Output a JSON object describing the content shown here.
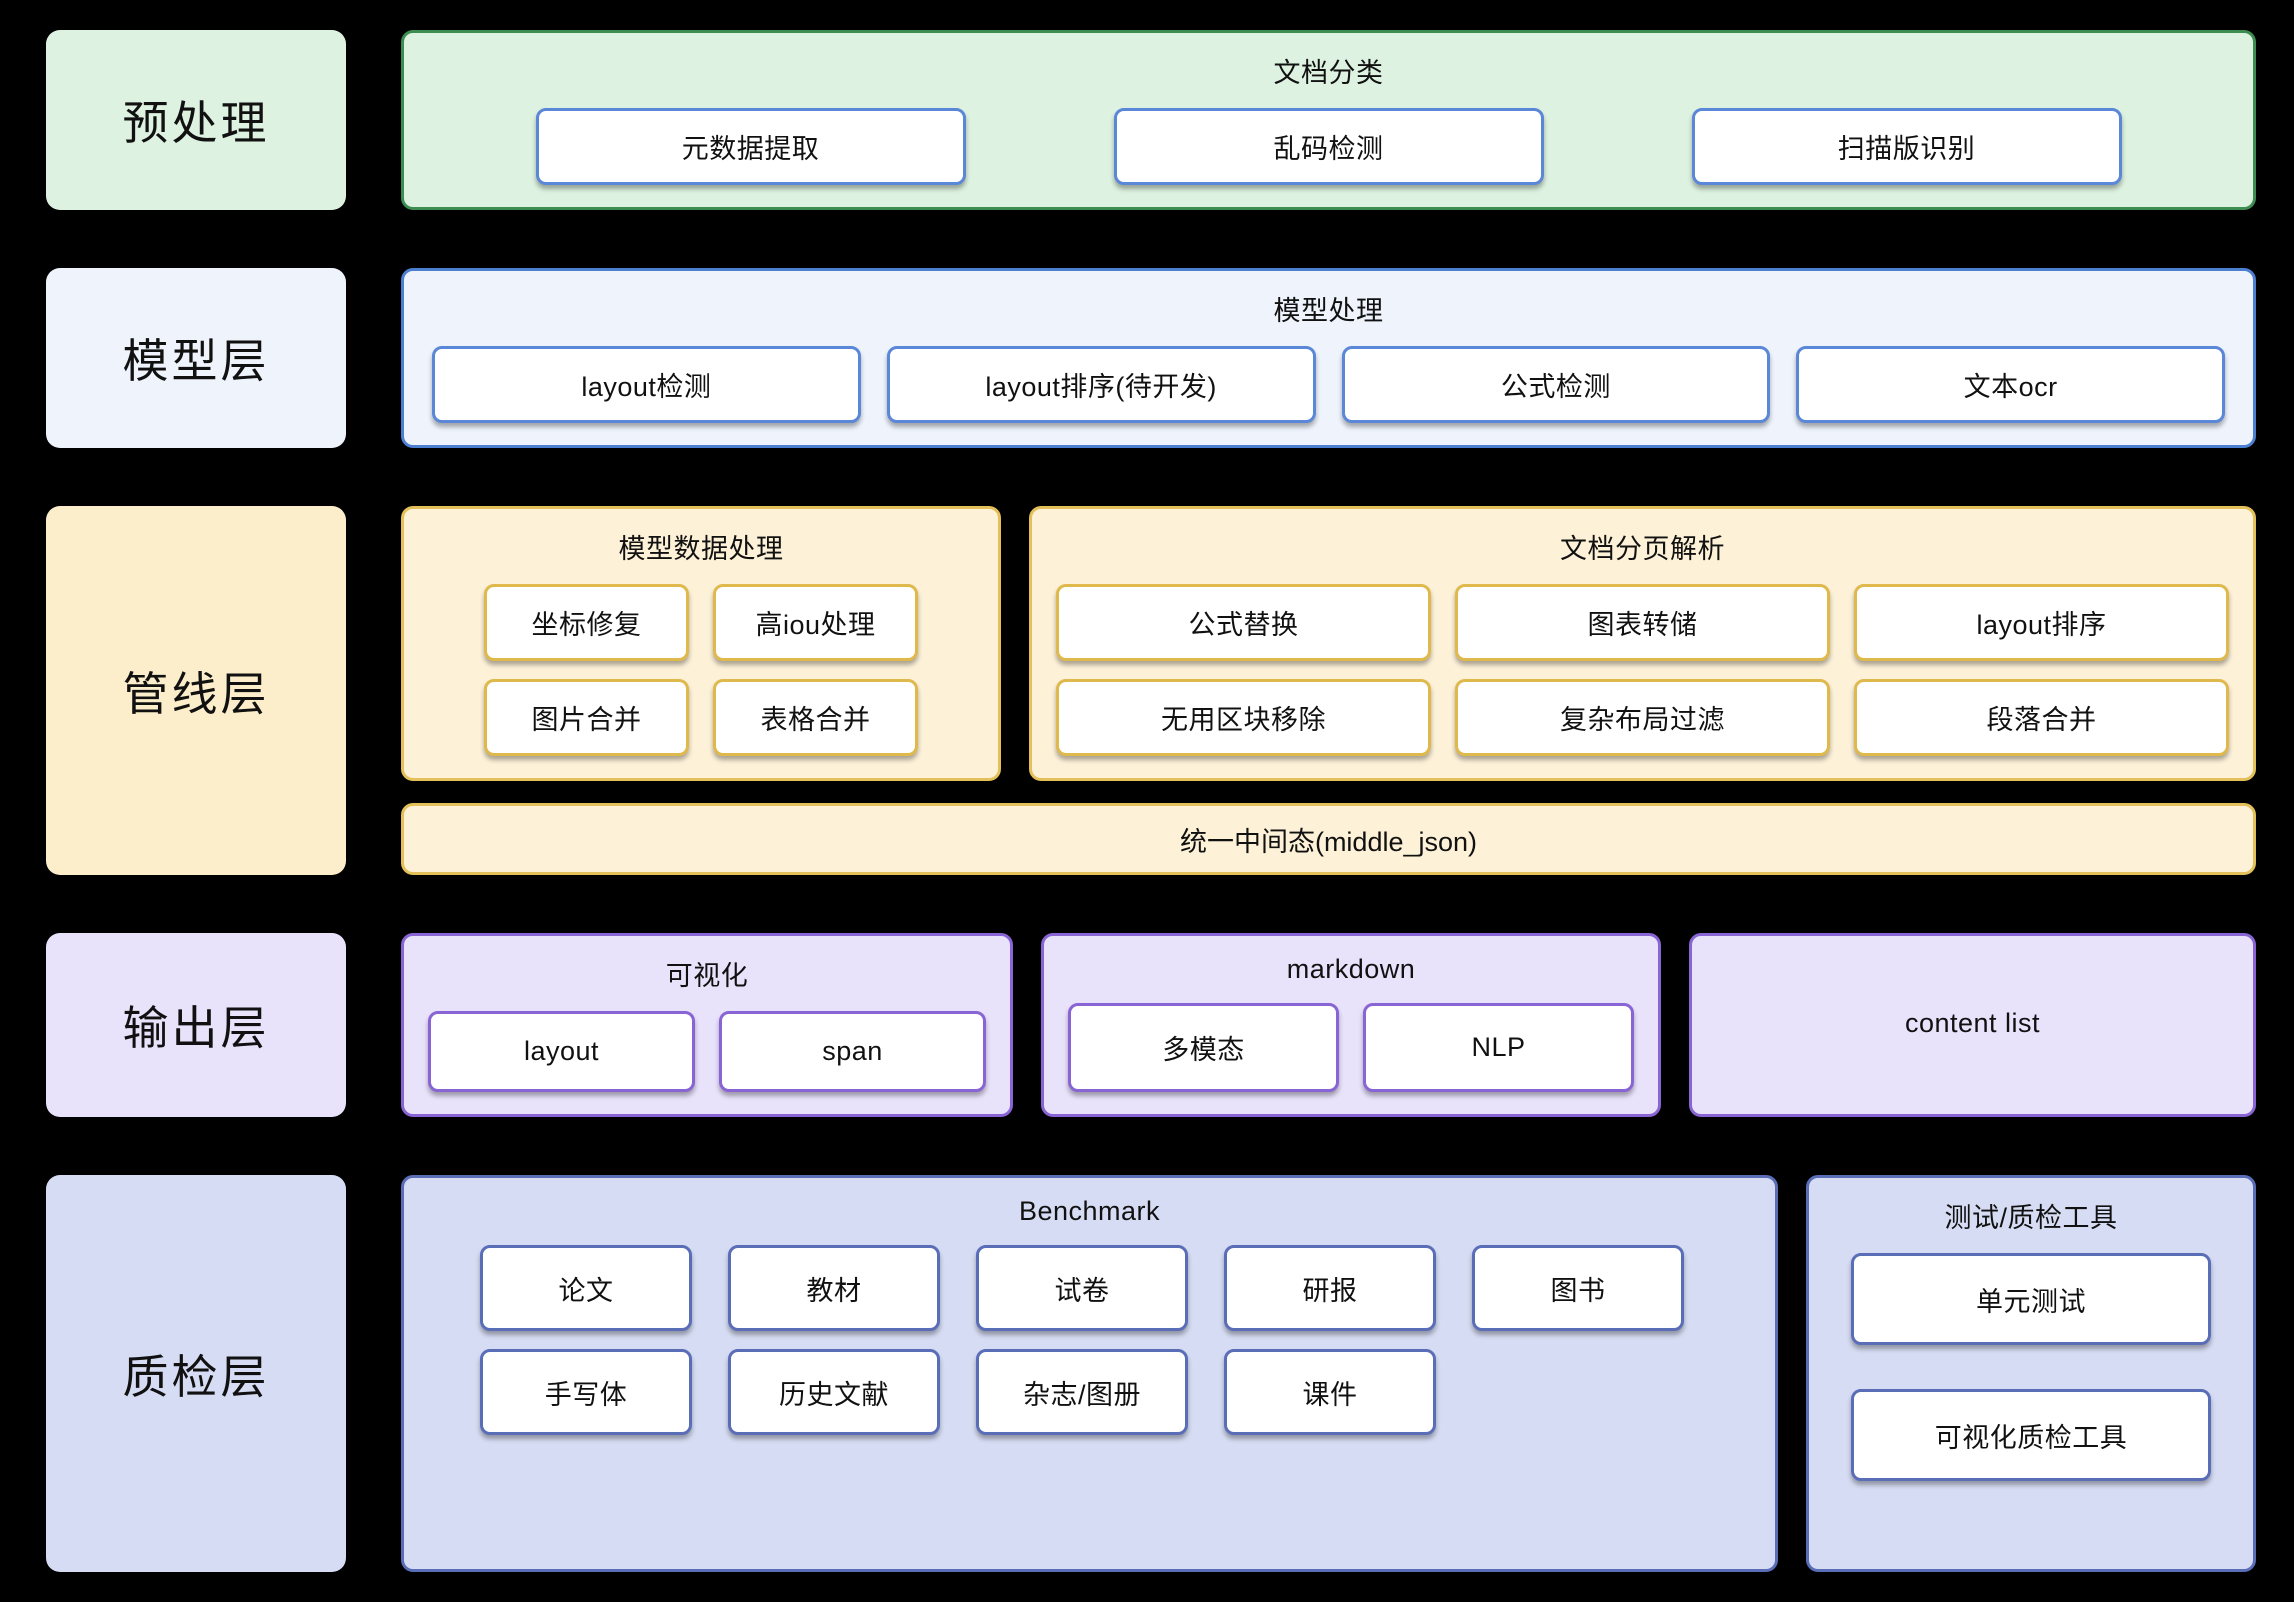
{
  "diagram": {
    "background": "#000000",
    "layers": [
      {
        "id": "preprocess",
        "label": "预处理",
        "fill": "#ddf2e1",
        "border": "#3d8d51",
        "groups": [
          {
            "title": "文档分类",
            "items": [
              "元数据提取",
              "乱码检测",
              "扫描版识别"
            ]
          }
        ]
      },
      {
        "id": "model",
        "label": "模型层",
        "fill": "#eef3fc",
        "border": "#4d7fd0",
        "groups": [
          {
            "title": "模型处理",
            "items": [
              "layout检测",
              "layout排序(待开发)",
              "公式检测",
              "文本ocr"
            ]
          }
        ]
      },
      {
        "id": "pipeline",
        "label": "管线层",
        "fill": "#fdf1d8",
        "border": "#e3c059",
        "groups": [
          {
            "title": "模型数据处理",
            "rows": [
              [
                "坐标修复",
                "高iou处理"
              ],
              [
                "图片合并",
                "表格合并"
              ]
            ]
          },
          {
            "title": "文档分页解析",
            "rows": [
              [
                "公式替换",
                "图表转储",
                "layout排序"
              ],
              [
                "无用区块移除",
                "复杂布局过滤",
                "段落合并"
              ]
            ]
          }
        ],
        "footer_bar": "统一中间态(middle_json)"
      },
      {
        "id": "output",
        "label": "输出层",
        "fill": "#e8e2fb",
        "border": "#8964d4",
        "groups": [
          {
            "title": "可视化",
            "items": [
              "layout",
              "span"
            ]
          },
          {
            "title": "markdown",
            "items": [
              "多模态",
              "NLP"
            ]
          },
          {
            "title": "content list",
            "items": []
          }
        ]
      },
      {
        "id": "qa",
        "label": "质检层",
        "fill": "#d6dcf3",
        "border": "#5a6eb8",
        "groups": [
          {
            "title": "Benchmark",
            "rows": [
              [
                "论文",
                "教材",
                "试卷",
                "研报",
                "图书"
              ],
              [
                "手写体",
                "历史文献",
                "杂志/图册",
                "课件"
              ]
            ]
          },
          {
            "title": "测试/质检工具",
            "rows": [
              [
                "单元测试"
              ],
              [
                "可视化质检工具"
              ]
            ]
          }
        ]
      }
    ]
  }
}
